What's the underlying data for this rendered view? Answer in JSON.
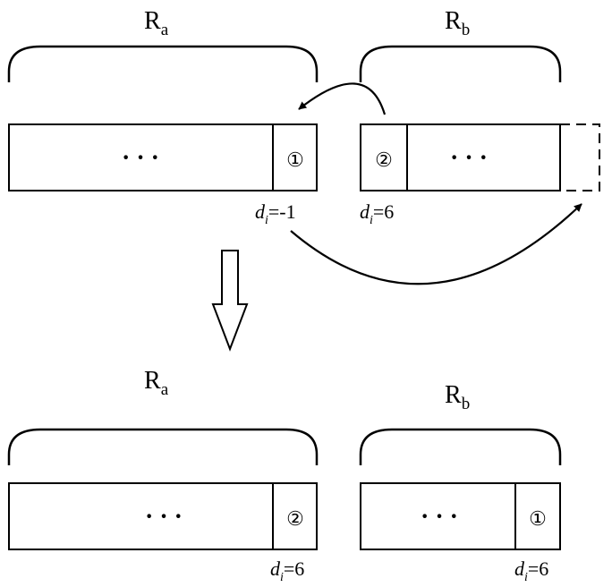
{
  "top": {
    "group_a": {
      "base": "R",
      "sub": "a"
    },
    "group_b": {
      "base": "R",
      "sub": "b"
    },
    "ellipsis": "· · ·",
    "item_a": "①",
    "item_b": "②",
    "label_a": {
      "var": "d",
      "sub": "i",
      "value": "=-1"
    },
    "label_b": {
      "var": "d",
      "sub": "i",
      "value": "=6"
    }
  },
  "bottom": {
    "group_a": {
      "base": "R",
      "sub": "a"
    },
    "group_b": {
      "base": "R",
      "sub": "b"
    },
    "ellipsis": "· · ·",
    "item_a": "②",
    "item_b": "①",
    "label_a": {
      "var": "d",
      "sub": "i",
      "value": "=6"
    },
    "label_b": {
      "var": "d",
      "sub": "i",
      "value": "=6"
    }
  }
}
